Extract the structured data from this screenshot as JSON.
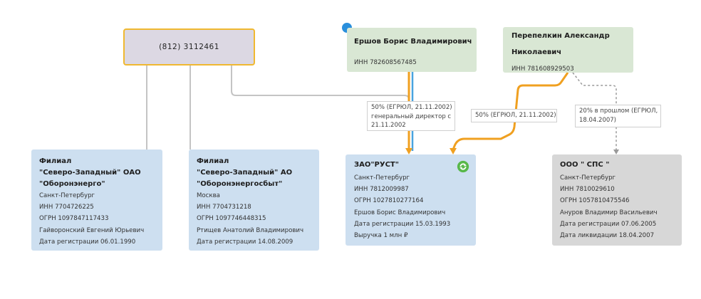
{
  "phone_node": {
    "label": "(812) 3112461"
  },
  "persons": [
    {
      "name": "Ершов Борис Владимирович",
      "inn": "ИНН 782608567485"
    },
    {
      "name_lines": [
        "Перепелкин Александр",
        "Николаевич"
      ],
      "inn": "ИНН 781608929503"
    }
  ],
  "companies": [
    {
      "title_lines": [
        "Филиал",
        "\"Северо-Западный\" ОАО",
        "\"Оборонэнерго\""
      ],
      "lines": [
        "Санкт-Петербург",
        "ИНН 7704726225",
        "ОГРН 1097847117433",
        "Гайворонский Евгений Юрьевич",
        "Дата регистрации 06.01.1990"
      ]
    },
    {
      "title_lines": [
        "Филиал",
        "\"Северо-Западный\" АО",
        "\"Оборонэнергосбыт\""
      ],
      "lines": [
        "Москва",
        "ИНН 7704731218",
        "ОГРН 1097746448315",
        "Ртищев Анатолий Владимирович",
        "Дата регистрации 14.08.2009"
      ]
    },
    {
      "title_lines": [
        "ЗАО\"РУСТ\""
      ],
      "lines": [
        "Санкт-Петербург",
        "ИНН 7812009987",
        "ОГРН 1027810277164",
        "Ершов Борис Владимирович",
        "Дата регистрации 15.03.1993",
        "Выручка 1 млн ₽"
      ]
    },
    {
      "title_lines": [
        "ООО \" СПС \""
      ],
      "lines": [
        "Санкт-Петербург",
        "ИНН 7810029610",
        "ОГРН 1057810475546",
        "Ануров Владимир Васильевич",
        "Дата регистрации 07.06.2005",
        "Дата ликвидации 18.04.2007"
      ]
    }
  ],
  "edge_labels": [
    {
      "lines": [
        "50% (ЕГРЮЛ, 21.11.2002)",
        "генеральный директор с",
        "21.11.2002"
      ]
    },
    {
      "lines": [
        "50% (ЕГРЮЛ, 21.11.2002)"
      ]
    },
    {
      "lines": [
        "20% в прошлом (ЕГРЮЛ,",
        "18.04.2007)"
      ]
    }
  ],
  "colors": {
    "phone_fill": "#dcd8e3",
    "phone_border": "#f0b830",
    "person_fill": "#d9e7d4",
    "company_fill": "#cddff0",
    "liquidated_fill": "#d7d7d7",
    "ownership_edge": "#f0a020",
    "director_edge": "#4aa3df",
    "link_edge": "#c4c4c4",
    "past_edge": "#9a9a9a",
    "marker": "#2a8fdc",
    "active_icon": "#58b84a"
  }
}
